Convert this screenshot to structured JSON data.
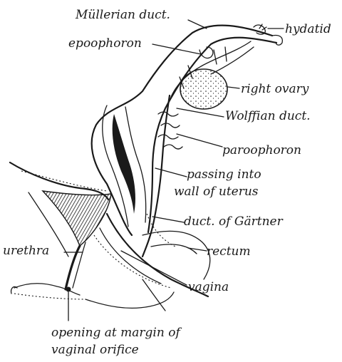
{
  "labels": {
    "mullerian_duct": "Müllerian duct.",
    "hydatid": "hydatid",
    "epoophoron": "epoophoron",
    "right_ovary": "right ovary",
    "wolffian_duct": "Wolffian duct.",
    "paroophoron": "paroophoron",
    "passing_into_1": "passing into",
    "passing_into_2": "wall of uterus",
    "duct_gartner": "duct. of Gärtner",
    "urethra": "urethra",
    "rectum": "rectum",
    "vagina": "vagina",
    "opening_1": "opening at margin of",
    "opening_2": "vaginal orifice"
  }
}
